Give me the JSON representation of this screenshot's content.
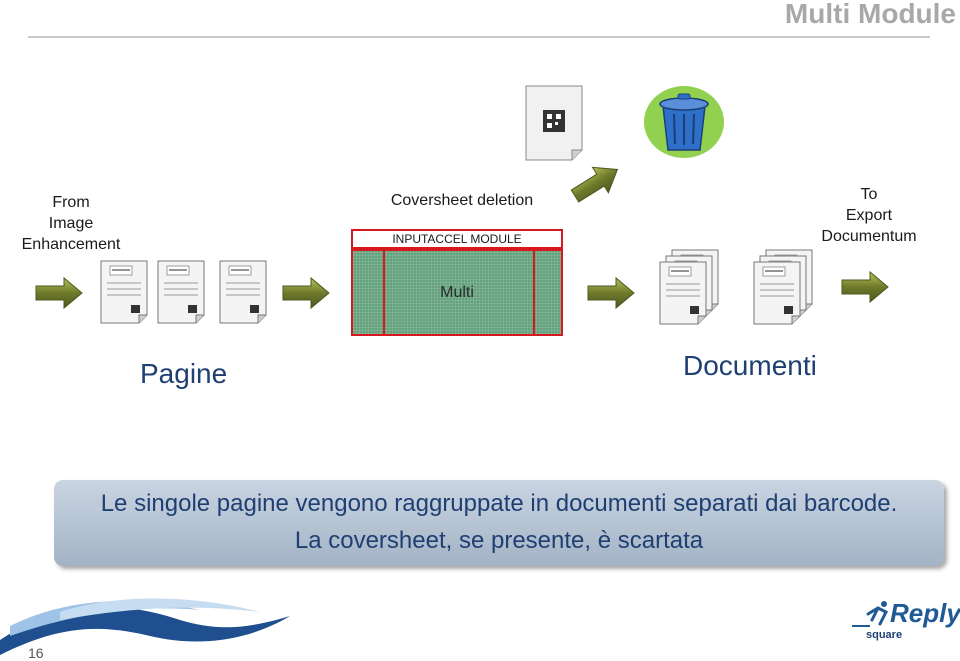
{
  "header": {
    "title": "Multi Module"
  },
  "labels": {
    "from_lines": [
      "From",
      "Image",
      "Enhancement"
    ],
    "to_lines": [
      "To",
      "Export",
      "Documentum"
    ],
    "coversheet": "Coversheet deletion",
    "module": "INPUTACCEL MODULE",
    "multi": "Multi",
    "pagine": "Pagine",
    "documenti": "Documenti"
  },
  "banner": {
    "line1": "Le singole pagine vengono raggruppate in documenti separati dai barcode.",
    "line2": "La coversheet, se presente, è scartata"
  },
  "footer": {
    "page_number": "16",
    "logo": "Reply",
    "logo_sub": "square"
  },
  "colors": {
    "arrow_fill": "#6e7a2a",
    "module_green": "#63a27c",
    "module_border": "#d7191f",
    "label_blue": "#1f3f73",
    "banner": "#b3c1d1",
    "trash_green": "#92d050"
  }
}
